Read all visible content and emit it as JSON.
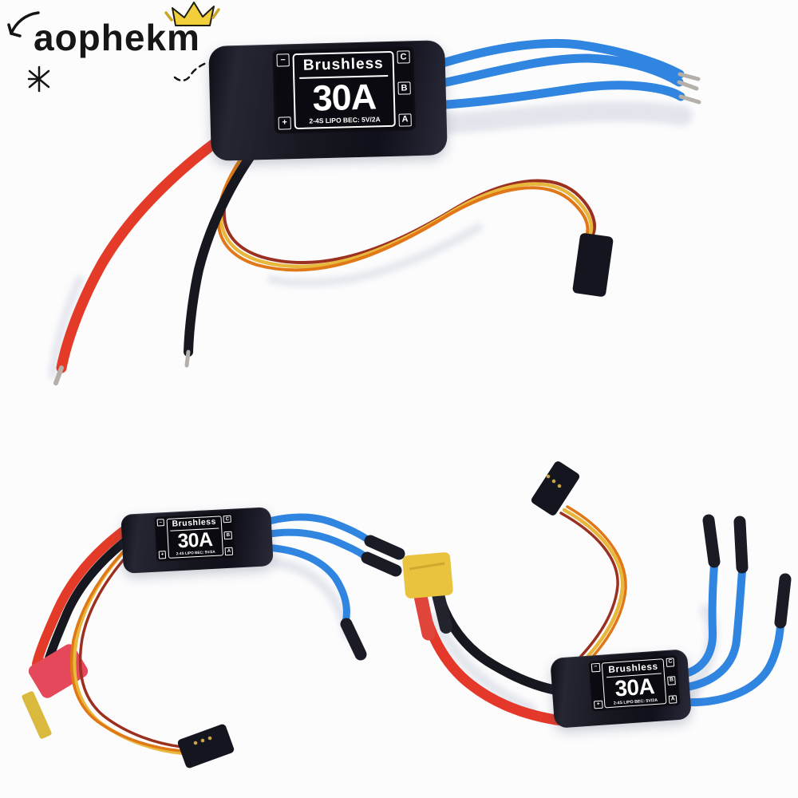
{
  "brand": {
    "name": "aophekm"
  },
  "decorations": {
    "arrow_icon": "hand-drawn-arrow",
    "sparkle_icon": "hand-drawn-asterisk",
    "crown_icon": "hand-drawn-crown",
    "squiggle_icon": "dashed-squiggle"
  },
  "esc_label": {
    "title": "Brushless",
    "rating": "30A",
    "spec": "2-4S LIPO  BEC: 5V/2A",
    "terminals": {
      "minus": "−",
      "plus": "+"
    },
    "phases": {
      "c": "C",
      "b": "B",
      "a": "A"
    }
  },
  "colors": {
    "background": "#fcfcfd",
    "esc_body": "#171720",
    "label_bg": "#0a0a10",
    "label_text": "#ffffff",
    "wire_blue": "#2f85e0",
    "wire_red": "#e43b28",
    "wire_black": "#17171f",
    "servo_yellow": "#e8b83c",
    "servo_orange": "#e07818",
    "servo_brown": "#9c3020",
    "xt60_yellow": "#e9c33e",
    "tplug_red": "#e4485a",
    "bullet_black": "#1b1b26",
    "tip_silver": "#b4b0a9"
  }
}
